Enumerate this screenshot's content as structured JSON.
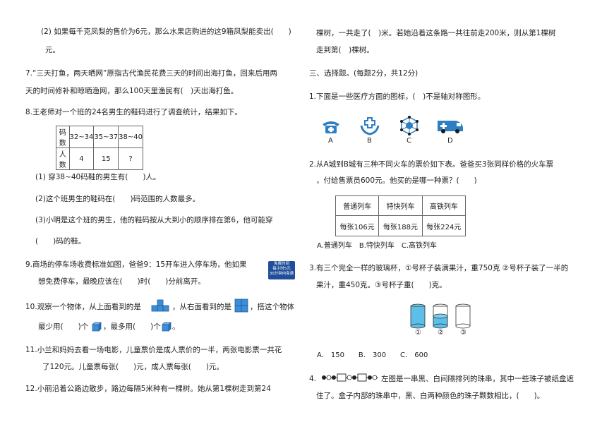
{
  "left": {
    "q6_2_a": "(2) 如果每千克凤梨的售价为6元，那么水果店购进的这9箱凤梨能卖出(　　)",
    "q6_2_b": "元。",
    "q7_a": "7.“三天打鱼，两天晒网”原指古代渔民花费三天的时间出海打鱼，回来后用两",
    "q7_b": "天的时间修补和晾晒渔网，那么100天里渔民有(　)天出海打鱼。",
    "q8": "8.王老师对一个班的24名男生的鞋码进行了调查统计，结果如下。",
    "q8_table": {
      "header": [
        "码数",
        "32~34",
        "35~37",
        "38~40"
      ],
      "row": [
        "人数",
        "4",
        "15",
        "?"
      ]
    },
    "q8_1": "(1) 穿38~40码鞋的男生有(　　)人。",
    "q8_2": "(2)这个班男生的鞋码在(　　)码范围的人数最多。",
    "q8_3_a": "(3)小明是这个班的男生，他的鞋码按从大到小的顺序排在第6，他可能穿",
    "q8_3_b": "(　　)码的鞋。",
    "q9_a": "9.商场的停车场收费标准如图，爸爸9：15开车进入停车场，他如果",
    "q9_b": "想免费停车，最晚应该在(　　)时(　　)分前离开。",
    "q9_sign": [
      "免费时间",
      "每小时5元",
      "30分钟内免费"
    ],
    "q10_a1": "10.观察一个物体，从上面看到的是",
    "q10_a2": "，从右面看到的是",
    "q10_a3": "，搭这个物体",
    "q10_b1": "最少用(　　)个",
    "q10_b2": "，最多用(　　)个",
    "q10_b3": "。",
    "q11_a": "11.小兰和妈妈去看一场电影，儿童票价是成人票价的一半，两张电影票一共花",
    "q11_b": "了120元。儿童票每张(　　)元，成人票每张(　　)元。",
    "q12": "12.小丽沿着公路边散步，路边每隔5米种有一棵树。她从第1棵树走到第24"
  },
  "right": {
    "q12_a": "棵树，一共走了(　)米。若她沿着这条路一共往前走200米，则从第1棵树",
    "q12_b": "走到第(　)棵树。",
    "sec3": "三、选择题。(每题2分，共12分)",
    "q1": "1.下面是一些医疗方面的图标，(　)不是轴对称图形。",
    "q1_labels": [
      "A",
      "B",
      "C",
      "D"
    ],
    "q2_a": "2.从A城到B城有三种不同火车的票价如下表。爸爸买3张同样价格的火车票",
    "q2_b": "，付给售票员600元。他买的是哪一种票？(　　)",
    "q2_table": {
      "header": [
        "普通列车",
        "特快列车",
        "高铁列车"
      ],
      "row": [
        "每张106元",
        "每张188元",
        "每张224元"
      ]
    },
    "q2_opts": "A.普通列车　B.特快列车　C.高铁列车",
    "q3_a": "3.有三个完全一样的玻璃杯，①号杯子装满果汁，重750克 ②号杯子装了一半的",
    "q3_b": "果汁，重450克。③号杯子重(　　)克。",
    "q3_cups": [
      "①",
      "②",
      "③"
    ],
    "q3_opts": "A.　150　　B.　300　　C.　600",
    "q4_a": "左图是一串黑、白间隔排列的珠串，其中一些珠子被纸盒遮",
    "q4_num": "4.",
    "q4_b": "住了。盒子内部的珠串中，黑、白两种颜色的珠子颗数相比，(　　)。"
  },
  "colors": {
    "icon_blue": "#2e7fc1",
    "cube_blue": "#3b8fd8"
  }
}
